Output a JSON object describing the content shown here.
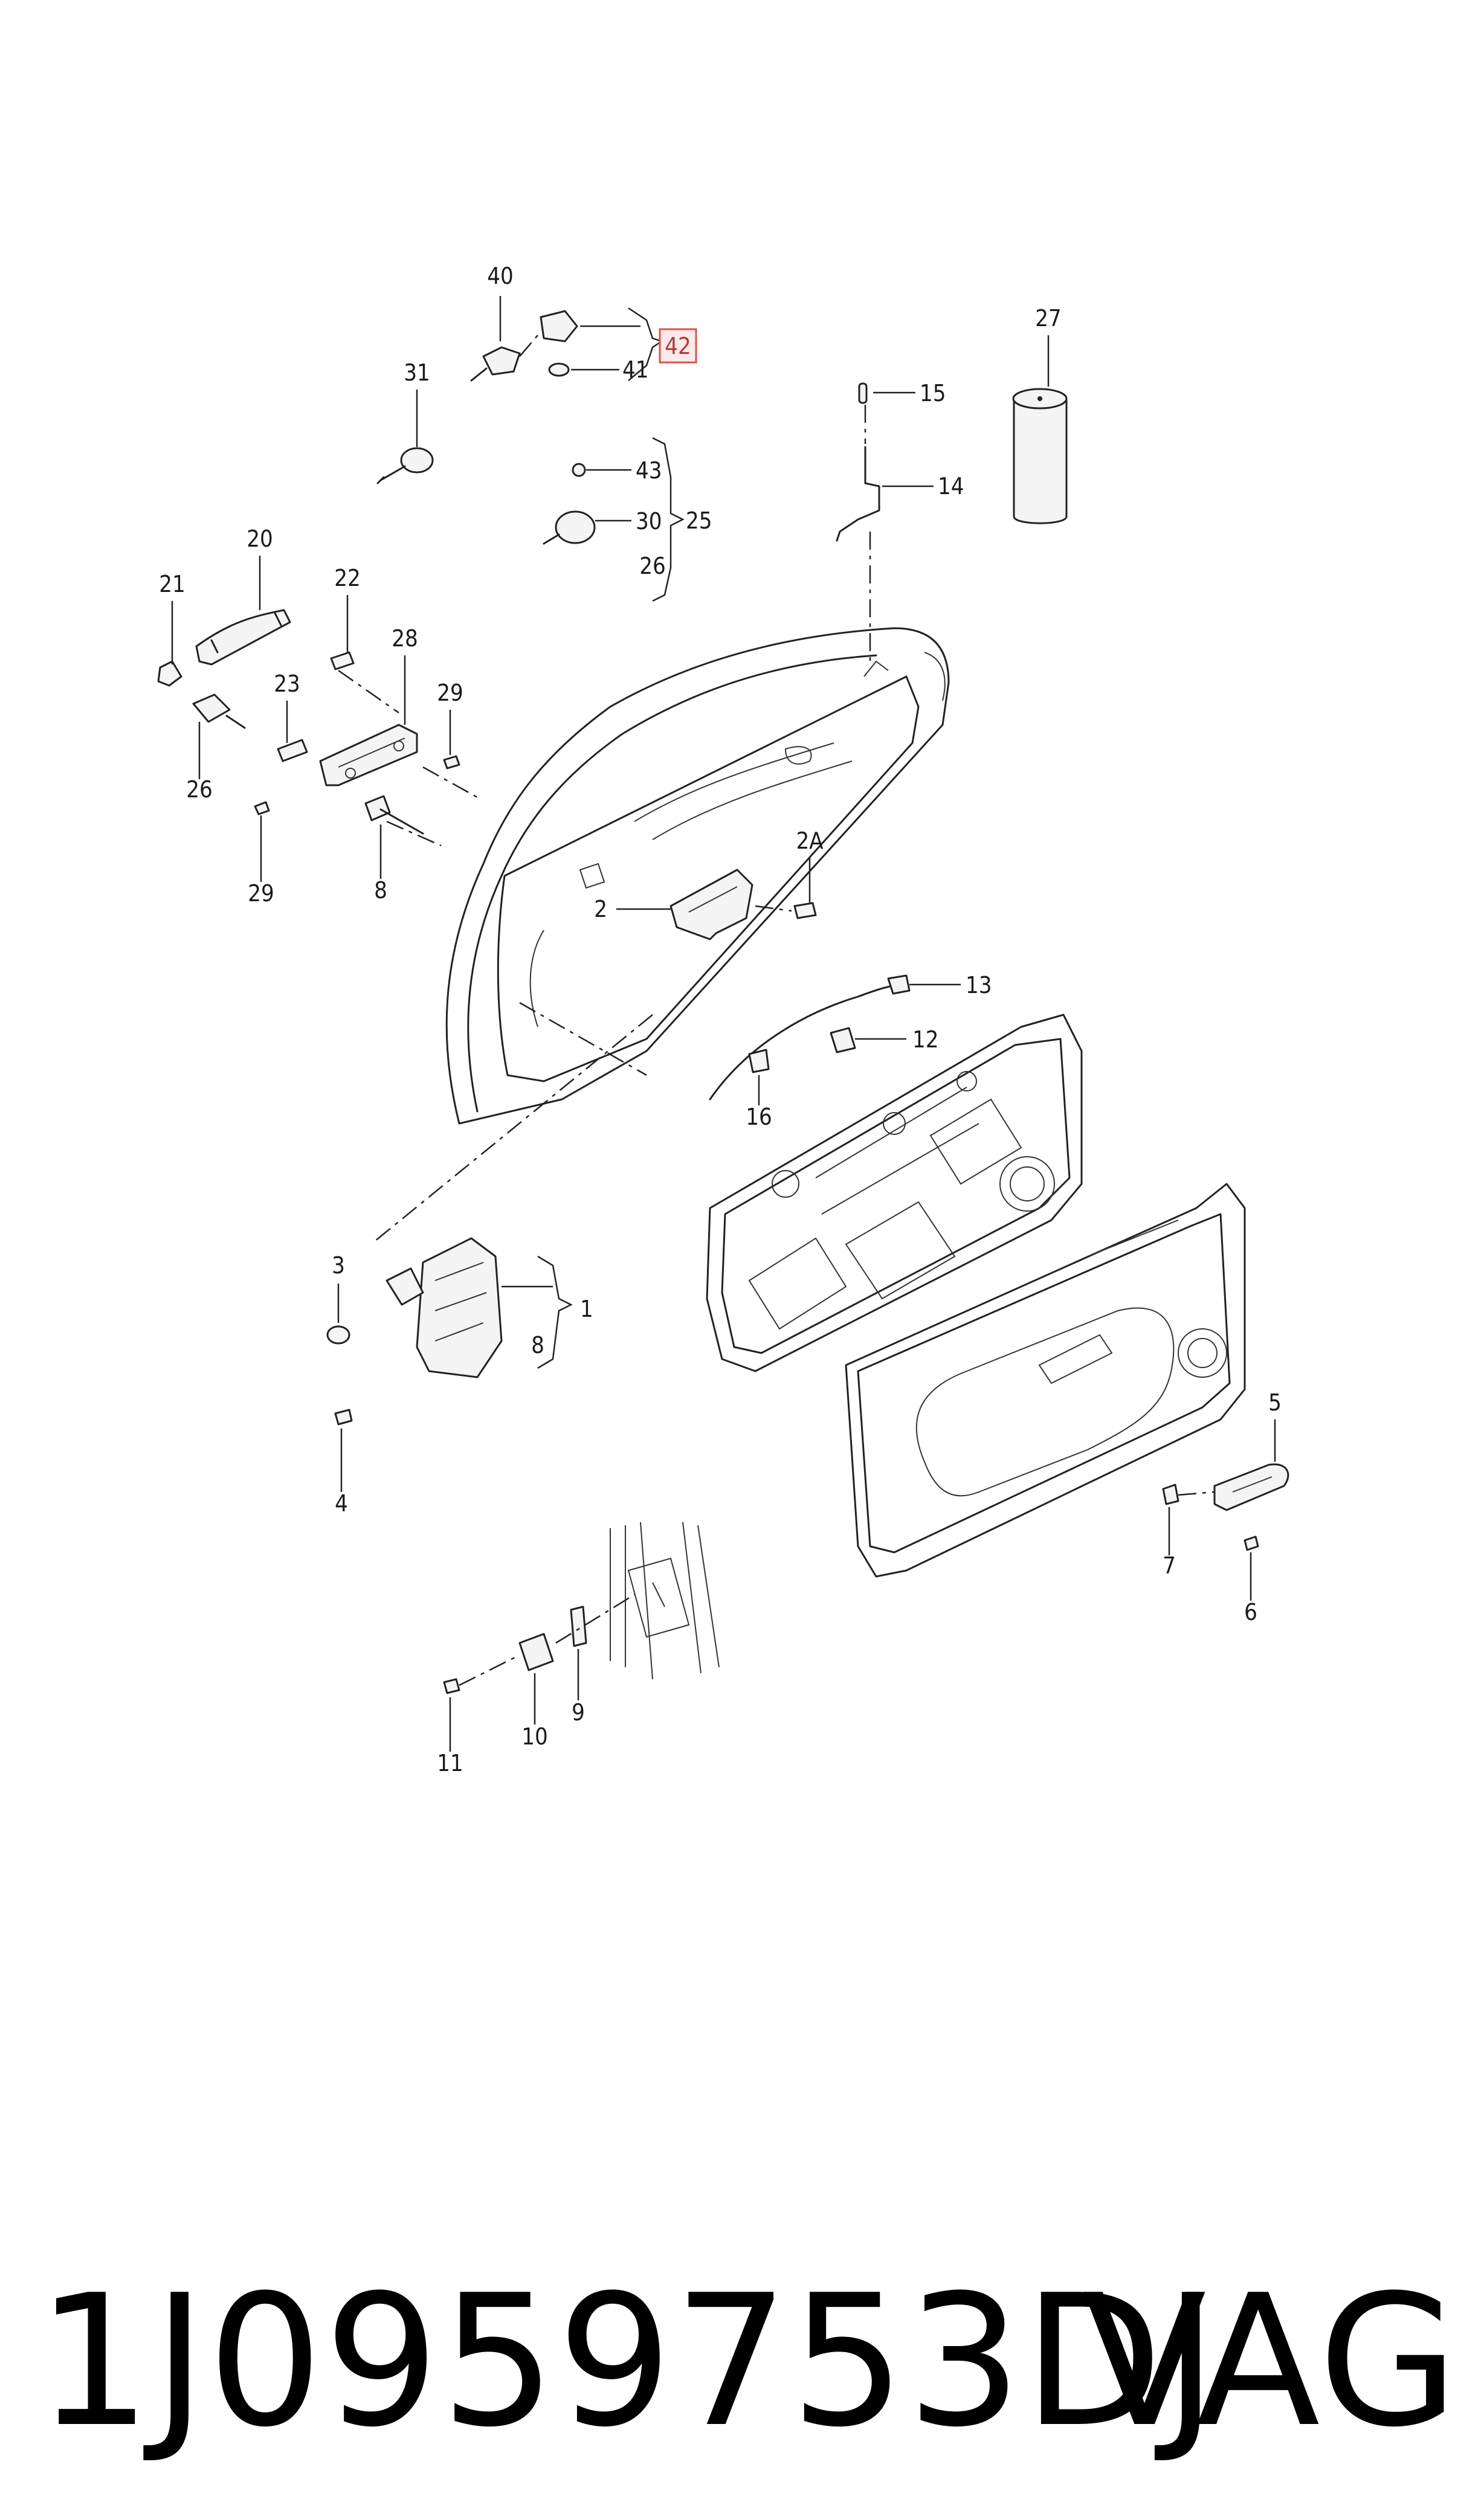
{
  "diagram": {
    "callouts": [
      "40",
      "42",
      "31",
      "41",
      "15",
      "27",
      "14",
      "43",
      "30",
      "25",
      "26",
      "20",
      "21",
      "22",
      "28",
      "23",
      "29",
      "26",
      "29",
      "8",
      "2",
      "2A",
      "13",
      "12",
      "16",
      "3",
      "1",
      "8",
      "4",
      "5",
      "7",
      "6",
      "9",
      "10",
      "11"
    ],
    "highlighted": "42"
  },
  "footer": {
    "part_number": "1J0959753DJ",
    "brand": "VAG"
  },
  "colors": {
    "highlight_stroke": "#d9534f",
    "highlight_fill": "#fde8ea",
    "line": "#222222"
  }
}
